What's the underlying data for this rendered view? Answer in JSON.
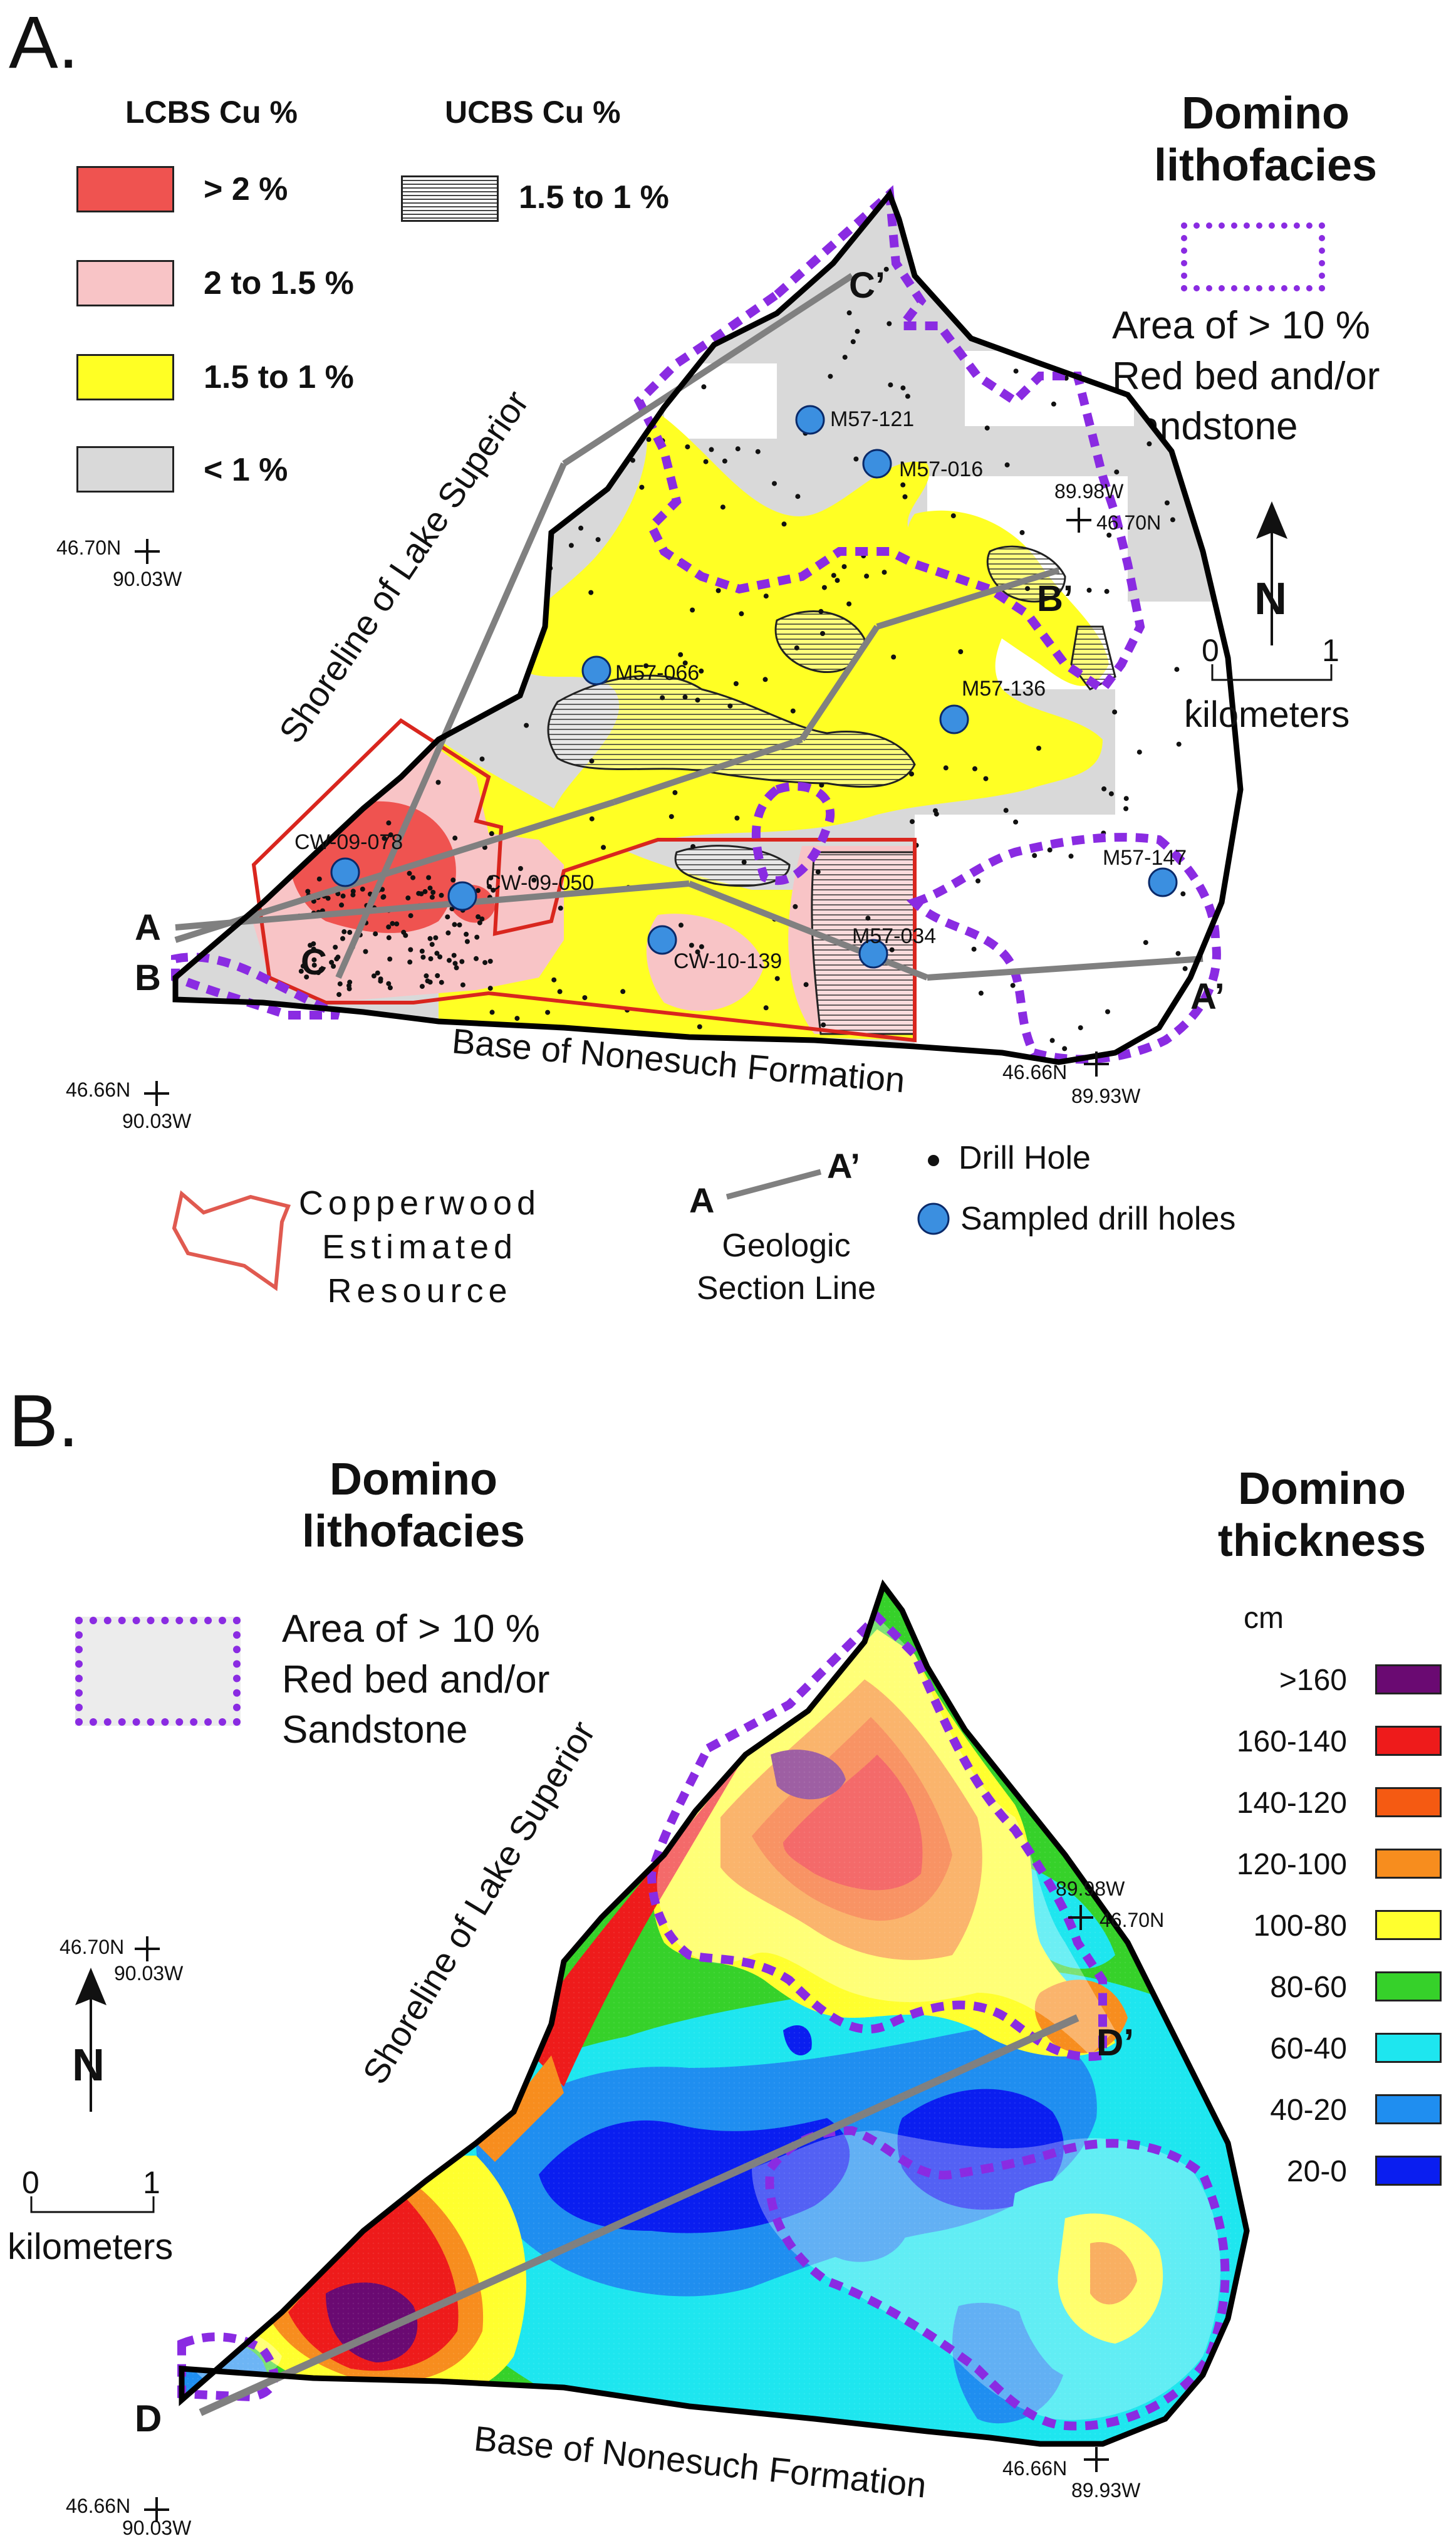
{
  "panel_a": {
    "letter": "A.",
    "lcbs_title": "LCBS Cu %",
    "ucbs_title": "UCBS Cu %",
    "lcbs_items": [
      {
        "label": "> 2 %",
        "color": "#ef5350"
      },
      {
        "label": "2 to 1.5 %",
        "color": "#f8c4c6"
      },
      {
        "label": "1.5 to 1 %",
        "color": "#ffff24"
      },
      {
        "label": "< 1 %",
        "color": "#d9d9d9"
      }
    ],
    "ucbs_item": {
      "label": "1.5 to 1 %",
      "pattern": "horizontal-hatch"
    },
    "domino_title_1": "Domino",
    "domino_title_2": "lithofacies",
    "domino_desc_1": "Area of > 10 %",
    "domino_desc_2": "Red bed and/or",
    "domino_desc_3": "Sandstone",
    "shoreline": "Shoreline of Lake Superior",
    "base_label": "Base of Nonesuch Formation",
    "coords": {
      "nw_lat": "46.70N",
      "nw_lon": "90.03W",
      "ne_lon": "89.98W",
      "ne_lat": "46.70N",
      "sw_lat": "46.66N",
      "sw_lon": "90.03W",
      "se_lat": "46.66N",
      "se_lon": "89.93W"
    },
    "scale": {
      "zero": "0",
      "one": "1",
      "unit": "kilometers",
      "north": "N"
    },
    "section_labels": {
      "a": "A",
      "a_prime": "A’",
      "b": "B",
      "b_prime": "B’",
      "c": "C",
      "c_prime": "C’"
    },
    "drill_holes": [
      "M57-121",
      "M57-016",
      "M57-066",
      "M57-136",
      "M57-147",
      "CW-09-078",
      "CW-09-050",
      "CW-10-139",
      "M57-034"
    ],
    "copperwood_1": "Copperwood",
    "copperwood_2": "Estimated",
    "copperwood_3": "Resource",
    "section_legend_a": "A",
    "section_legend_a_prime": "A’",
    "section_legend_1": "Geologic",
    "section_legend_2": "Section Line",
    "drill_hole_label": "Drill Hole",
    "sampled_label": "Sampled drill holes"
  },
  "panel_b": {
    "letter": "B.",
    "domino_title_1": "Domino",
    "domino_title_2": "lithofacies",
    "domino_desc_1": "Area of > 10 %",
    "domino_desc_2": "Red bed and/or",
    "domino_desc_3": "Sandstone",
    "thickness_title_1": "Domino",
    "thickness_title_2": "thickness",
    "thickness_unit": "cm",
    "thickness_items": [
      {
        "label": ">160",
        "color": "#6a0a72"
      },
      {
        "label": "160-140",
        "color": "#ee1b1b"
      },
      {
        "label": "140-120",
        "color": "#f55a12"
      },
      {
        "label": "120-100",
        "color": "#f78d1e"
      },
      {
        "label": "100-80",
        "color": "#ffff2e"
      },
      {
        "label": "80-60",
        "color": "#36d12a"
      },
      {
        "label": "60-40",
        "color": "#1ee6ef"
      },
      {
        "label": "40-20",
        "color": "#1f8ef0"
      },
      {
        "label": "20-0",
        "color": "#0a1ef0"
      }
    ],
    "shoreline": "Shoreline of Lake Superior",
    "base_label": "Base of Nonesuch Formation",
    "coords": {
      "nw_lat": "46.70N",
      "nw_lon": "90.03W",
      "ne_lon": "89.98W",
      "ne_lat": "46.70N",
      "sw_lat": "46.66N",
      "sw_lon": "90.03W",
      "se_lat": "46.66N",
      "se_lon": "89.93W"
    },
    "scale": {
      "zero": "0",
      "one": "1",
      "unit": "kilometers",
      "north": "N"
    },
    "section_labels": {
      "d": "D",
      "d_prime": "D’"
    }
  }
}
